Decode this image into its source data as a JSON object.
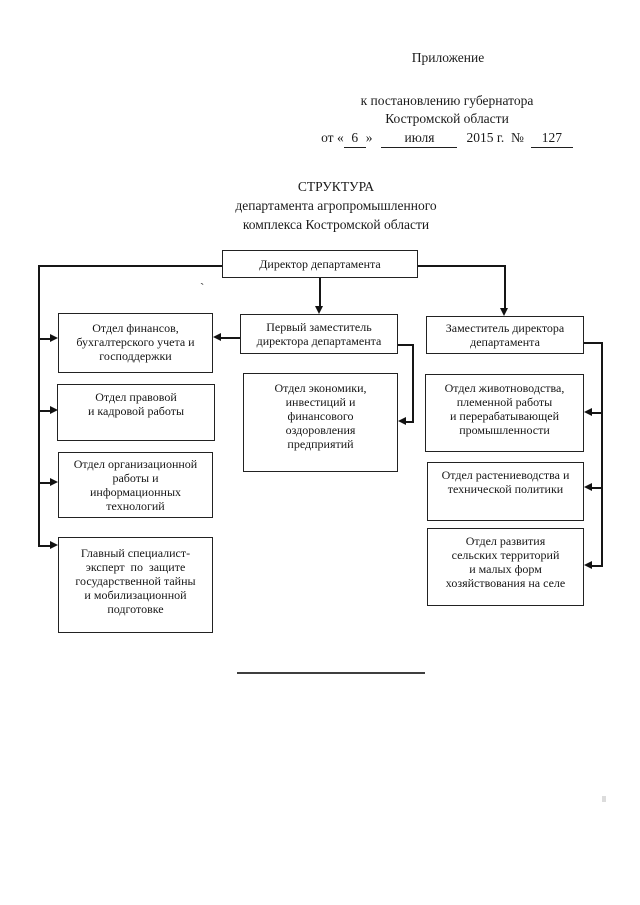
{
  "document": {
    "annex": "Приложение",
    "decree_line1": "к постановлению губернатора",
    "decree_line2": "Костромской области",
    "date": {
      "prefix": "от «",
      "day": "6",
      "close": "»",
      "month": "июля",
      "rest": "2015 г.  №",
      "number": "127"
    },
    "title_line1": "СТРУКТУРА",
    "title_line2": "департамента агропромышленного",
    "title_line3": "комплекса Костромской области"
  },
  "org_chart": {
    "director": "Директор департамента",
    "first_deputy": "Первый заместитель\nдиректора департамента",
    "deputy": "Заместитель директора\nдепартамента",
    "finance": "Отдел финансов,\nбухгалтерского учета и\nгосподдержки",
    "legal": "Отдел правовой\nи кадровой работы",
    "org_work": "Отдел организационной\nработы и\nинформационных\nтехнологий",
    "state_secret": "Главный специалист-\nэксперт  по  защите\nгосударственной тайны\nи мобилизационной\nподготовке",
    "economics": "Отдел экономики,\nинвестиций и\nфинансового\nоздоровления\nпредприятий",
    "livestock": "Отдел животноводства,\nплеменной работы\nи перерабатывающей\nпромышленности",
    "crop": "Отдел растениеводства и\nтехнической политики",
    "rural": "Отдел развития\nсельских территорий\nи малых форм\nхозяйствования на селе"
  },
  "colors": {
    "ink": "#1a1a1a",
    "paper": "#ffffff"
  }
}
